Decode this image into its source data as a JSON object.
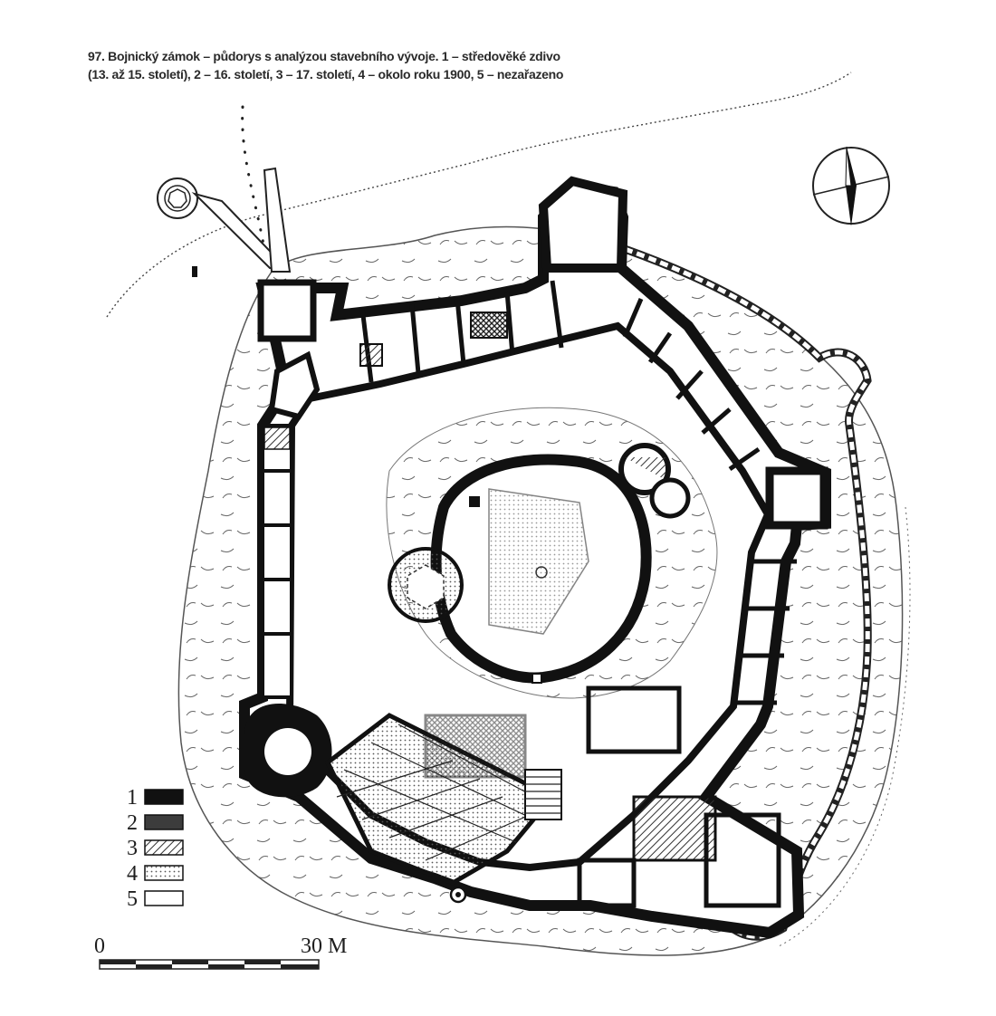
{
  "caption": {
    "line1": "97. Bojnický zámok – půdorys s analýzou stavebního vývoje. 1 – středověké zdivo",
    "line2": "(13. až 15. století), 2 – 16. století, 3 – 17. století, 4 – okolo roku 1900, 5 – nezařazeno"
  },
  "legend": [
    {
      "label": "1",
      "fill": "#111111"
    },
    {
      "label": "2",
      "fill": "#3c3c3c"
    },
    {
      "label": "3",
      "fill": "#8a8a8a"
    },
    {
      "label": "4",
      "fill": "#cfcfcf"
    },
    {
      "label": "5",
      "fill": "#ffffff"
    }
  ],
  "scale": {
    "start": "0",
    "end": "30 M"
  },
  "colors": {
    "ink": "#1e1e1e",
    "medieval": "#111111",
    "paper": "#ffffff"
  }
}
